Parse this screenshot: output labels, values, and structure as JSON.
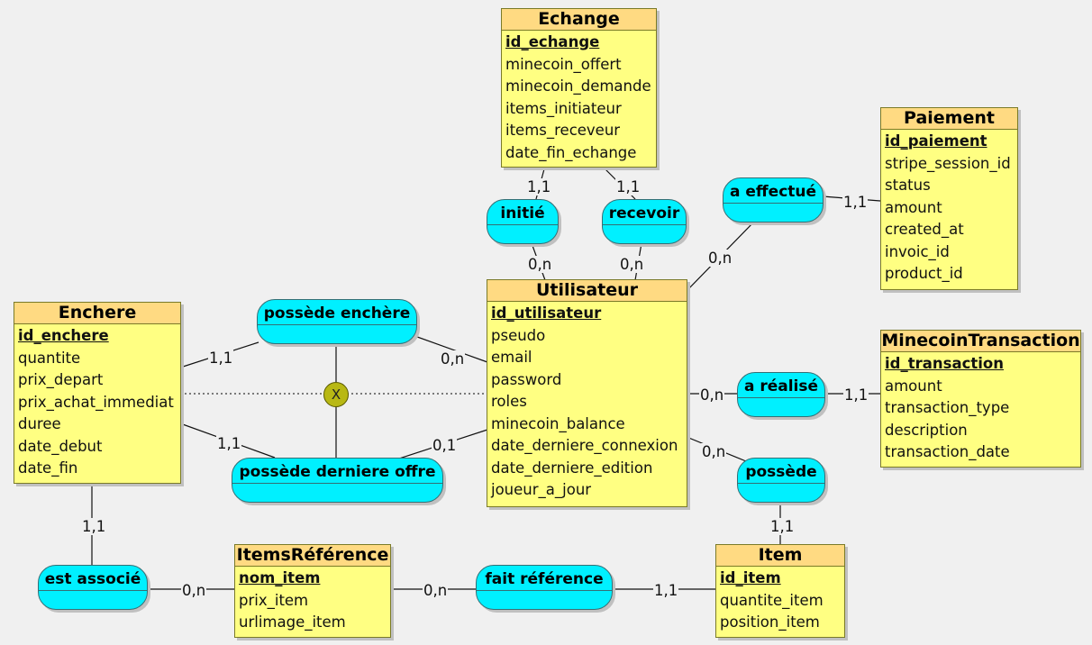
{
  "entities": {
    "echange": {
      "name": "Echange",
      "key": "id_echange",
      "attrs": [
        "minecoin_offert",
        "minecoin_demande",
        "items_initiateur",
        "items_receveur",
        "date_fin_echange"
      ]
    },
    "paiement": {
      "name": "Paiement",
      "key": "id_paiement",
      "attrs": [
        "stripe_session_id",
        "status",
        "amount",
        "created_at",
        "invoic_id",
        "product_id"
      ]
    },
    "enchere": {
      "name": "Enchere",
      "key": "id_enchere",
      "attrs": [
        "quantite",
        "prix_depart",
        "prix_achat_immediat",
        "duree",
        "date_debut",
        "date_fin"
      ]
    },
    "utilisateur": {
      "name": "Utilisateur",
      "key": "id_utilisateur",
      "attrs": [
        "pseudo",
        "email",
        "password",
        "roles",
        "minecoin_balance",
        "date_derniere_connexion",
        "date_derniere_edition",
        "joueur_a_jour"
      ]
    },
    "minecoin": {
      "name": "MinecoinTransaction",
      "key": "id_transaction",
      "attrs": [
        "amount",
        "transaction_type",
        "description",
        "transaction_date"
      ]
    },
    "items_ref": {
      "name": "ItemsRéférence",
      "key": "nom_item",
      "attrs": [
        "prix_item",
        "urlimage_item"
      ]
    },
    "item": {
      "name": "Item",
      "key": "id_item",
      "attrs": [
        "quantite_item",
        "position_item"
      ]
    }
  },
  "associations": {
    "initie": "initié",
    "recevoir": "recevoir",
    "a_effectue": "a effectué",
    "possede_enchere": "possède enchère",
    "possede_derniere_offre": "possède derniere offre",
    "a_realise": "a réalisé",
    "possede": "possède",
    "est_associe": "est associé",
    "fait_reference": "fait référence"
  },
  "cardinalities": {
    "initie_echange": "1,1",
    "initie_utilisateur": "0,n",
    "recevoir_echange": "1,1",
    "recevoir_utilisateur": "0,n",
    "effectue_paiement": "1,1",
    "effectue_utilisateur": "0,n",
    "pe_enchere": "1,1",
    "pe_utilisateur": "0,n",
    "pdo_enchere": "1,1",
    "pdo_utilisateur": "0,1",
    "realise_utilisateur": "0,n",
    "realise_minecoin": "1,1",
    "possede_utilisateur": "0,n",
    "possede_item": "1,1",
    "associe_enchere": "1,1",
    "associe_itemsref": "0,n",
    "fait_itemsref": "0,n",
    "fait_item": "1,1"
  },
  "constraint": "X"
}
